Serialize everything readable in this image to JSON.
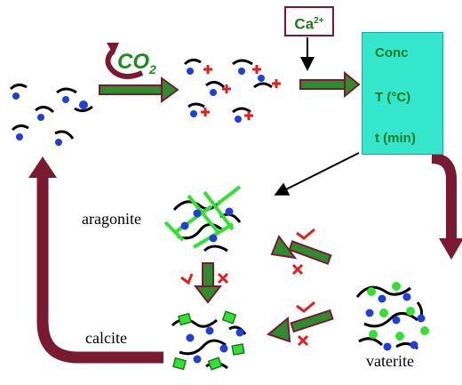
{
  "cation": {
    "symbol": "Ca",
    "charge": "2+"
  },
  "gas": {
    "formula": "CO",
    "subscript": "2"
  },
  "parameters": [
    "Conc",
    "T (°C)",
    "t (min)"
  ],
  "phases": {
    "aragonite": "aragonite",
    "calcite": "calcite",
    "vaterite": "vaterite"
  },
  "colors": {
    "arrow_green": "#2e8b2e",
    "arrow_maroon": "#7a1a32",
    "parameter_box": "#33e6cc",
    "ion_blue": "#1f3fd6",
    "crystal_green": "#35e035",
    "plus_red": "#e02020"
  }
}
